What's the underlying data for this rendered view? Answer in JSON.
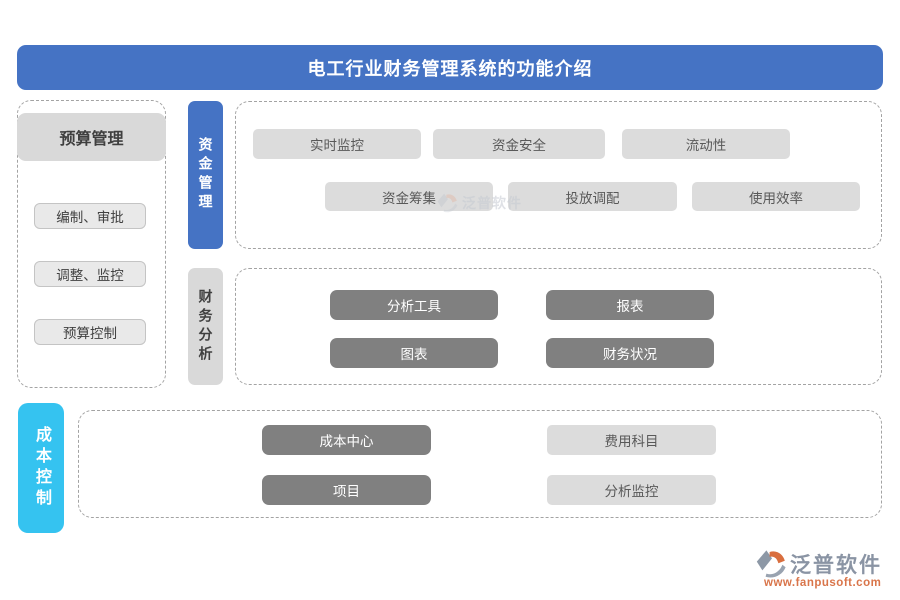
{
  "header": {
    "title": "电工行业财务管理系统的功能介绍"
  },
  "budget": {
    "title": "预算管理",
    "items": [
      "编制、审批",
      "调整、监控",
      "预算控制"
    ]
  },
  "funds": {
    "tab": "资金管理",
    "rows": [
      [
        "实时监控",
        "资金安全",
        "流动性"
      ],
      [
        "资金筹集",
        "投放调配",
        "使用效率"
      ]
    ]
  },
  "analysis": {
    "tab": "财务分析",
    "rows": [
      [
        "分析工具",
        "报表"
      ],
      [
        "图表",
        "财务状况"
      ]
    ]
  },
  "cost": {
    "tab": "成本控制",
    "rows": [
      [
        "成本中心",
        "费用科目"
      ],
      [
        "项目",
        "分析监控"
      ]
    ]
  },
  "watermark": {
    "text": "泛普软件"
  },
  "brand": {
    "name": "泛普软件",
    "url": "www.fanpusoft.com"
  },
  "colors": {
    "header_blue": "#4573C4",
    "tab_grey": "#D9D9D9",
    "tab_cyan": "#35C3F0",
    "button_light": "#DCDCDC",
    "button_dark": "#808080",
    "budget_button": "#E9E9E9",
    "brand_slate": "#8A94A4",
    "brand_orange": "#D9754A"
  }
}
